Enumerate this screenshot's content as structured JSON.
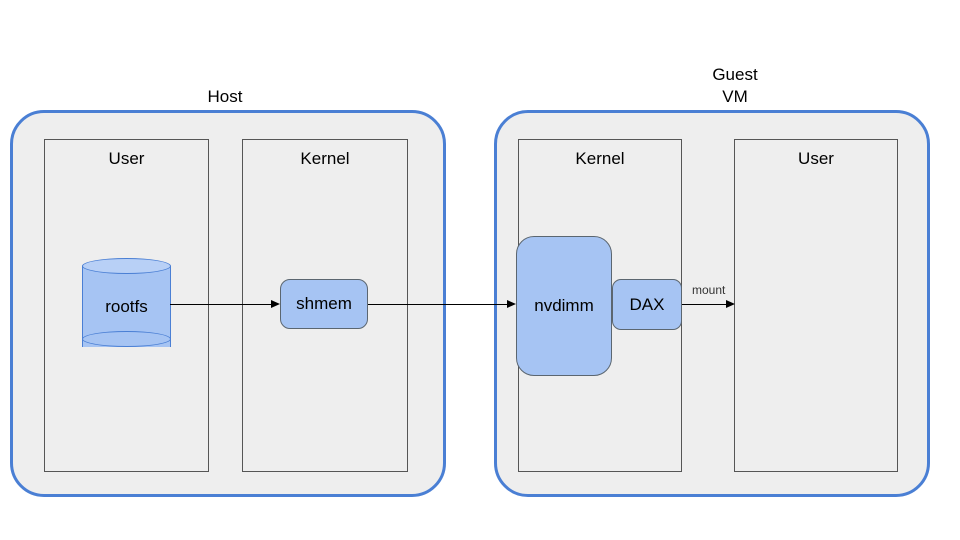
{
  "diagram": {
    "title_host": "Host",
    "title_guest": "Guest\nVM",
    "zones": [
      {
        "id": "host",
        "title": "Host",
        "panels": [
          {
            "id": "host-user",
            "label": "User"
          },
          {
            "id": "host-kernel",
            "label": "Kernel"
          }
        ]
      },
      {
        "id": "guest",
        "title": "Guest VM",
        "panels": [
          {
            "id": "guest-kernel",
            "label": "Kernel"
          },
          {
            "id": "guest-user",
            "label": "User"
          }
        ]
      }
    ],
    "nodes": [
      {
        "id": "rootfs",
        "label": "rootfs",
        "shape": "cylinder",
        "zone": "host",
        "panel": "host-user"
      },
      {
        "id": "shmem",
        "label": "shmem",
        "shape": "rounded-rect",
        "zone": "host",
        "panel": "host-kernel"
      },
      {
        "id": "nvdimm",
        "label": "nvdimm",
        "shape": "rounded-rect",
        "zone": "guest",
        "panel": "guest-kernel"
      },
      {
        "id": "dax",
        "label": "DAX",
        "shape": "rounded-rect",
        "zone": "guest",
        "panel": "guest-kernel"
      }
    ],
    "connectors": [
      {
        "id": "rootfs-shmem",
        "from": "rootfs",
        "to": "shmem",
        "label": ""
      },
      {
        "id": "shmem-nvdimm",
        "from": "shmem",
        "to": "nvdimm",
        "label": ""
      },
      {
        "id": "dax-user",
        "from": "dax",
        "to": "guest-user",
        "label": "mount"
      }
    ],
    "labels": {
      "mount": "mount"
    },
    "colors": {
      "zone_border": "#4a7fd4",
      "zone_fill": "#eeeeee",
      "panel_border": "#555555",
      "panel_fill": "#eeeeee",
      "node_fill": "#a6c4f3",
      "node_border": "#5b6670",
      "cylinder_border": "#4a7fd4",
      "connector": "#000000",
      "page_background": "#ffffff"
    }
  }
}
